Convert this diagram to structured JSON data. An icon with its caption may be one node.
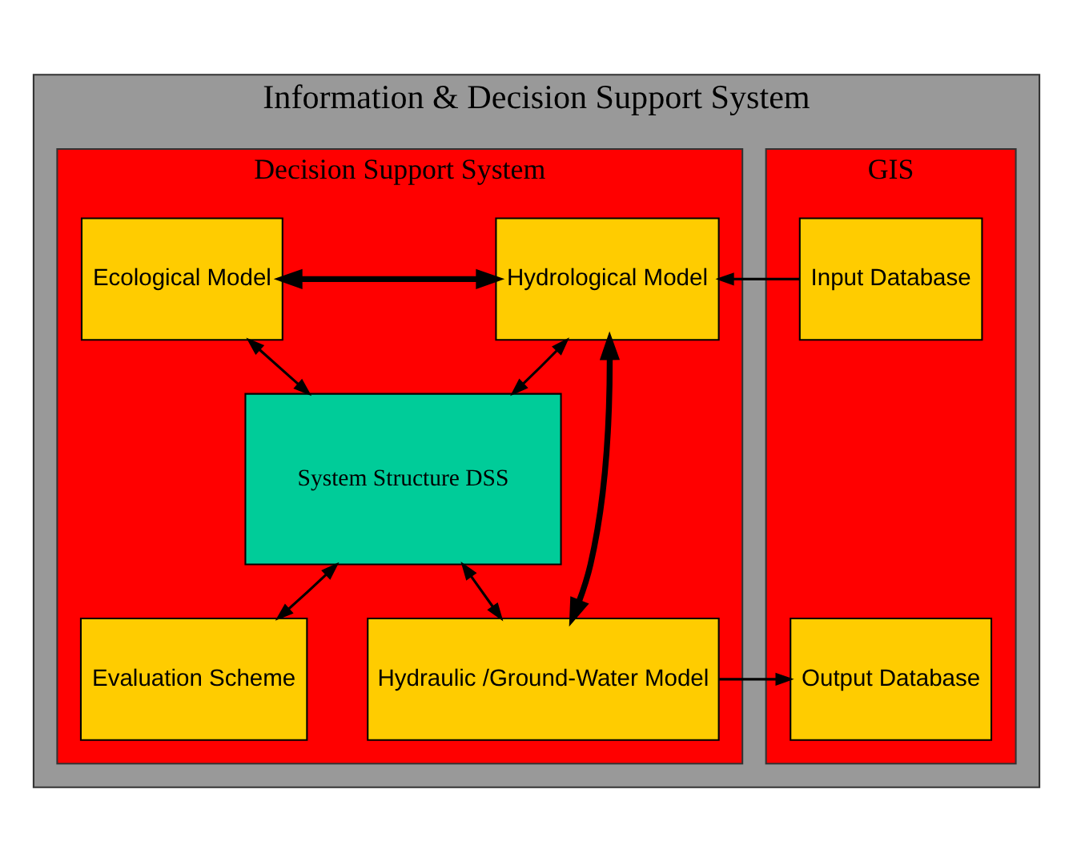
{
  "diagram": {
    "nodes": [
      {
        "text": [
          "Information & Decision Support System"
        ]
      },
      {
        "text": [
          "GIS"
        ],
        "in": 0
      },
      {
        "text": [
          "Input Database"
        ],
        "in": 1
      },
      {
        "text": [
          "Output Database"
        ],
        "in": 1
      },
      {
        "text": [
          "Decision Support System"
        ],
        "in": 0
      },
      {
        "text": [
          "Hydrological Model"
        ],
        "in": 4
      },
      {
        "text": [
          "Ecological Model"
        ],
        "in": 4
      },
      {
        "text": [
          "System Structure DSS"
        ],
        "in": 4
      },
      {
        "text": [
          "Hydraulic /Ground-Water Model"
        ],
        "in": 4
      },
      {
        "text": [
          "Evaluation Scheme"
        ],
        "in": 4
      }
    ],
    "edges": [
      {
        "from": 2,
        "to": 5,
        "arrow": "to"
      },
      {
        "from": 5,
        "to": 6,
        "arrow": "both",
        "style": "thick"
      },
      {
        "from": 5,
        "to": 8,
        "arrow": "both",
        "style": "thick"
      },
      {
        "from": 5,
        "to": 7,
        "arrow": "both"
      },
      {
        "from": 6,
        "to": 7,
        "arrow": "both"
      },
      {
        "from": 8,
        "to": 7,
        "arrow": "both"
      },
      {
        "from": 9,
        "to": 7,
        "arrow": "both"
      },
      {
        "from": 8,
        "to": 3,
        "arrow": "to"
      }
    ]
  }
}
